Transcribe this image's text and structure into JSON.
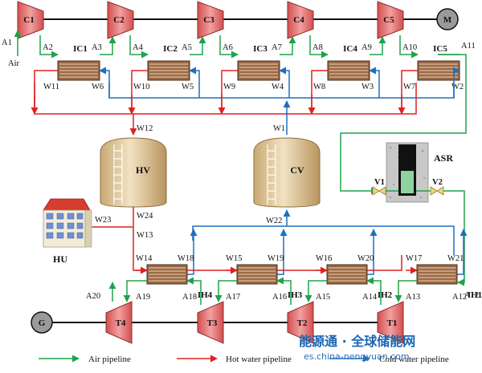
{
  "compressors": [
    "C1",
    "C2",
    "C3",
    "C4",
    "C5"
  ],
  "motor": "M",
  "turbines": [
    "T4",
    "T3",
    "T2",
    "T1"
  ],
  "generator": "G",
  "intercoolers": [
    "IC1",
    "IC2",
    "IC3",
    "IC4",
    "IC5"
  ],
  "intercooler_air_in": [
    "A2",
    "A4",
    "A6",
    "A8",
    "A10"
  ],
  "intercooler_air_out": [
    "A3",
    "A5",
    "A7",
    "A9",
    "A11"
  ],
  "intercooler_hot_out": [
    "W11",
    "W10",
    "W9",
    "W8",
    "W7"
  ],
  "intercooler_cold_in": [
    "W6",
    "W5",
    "W4",
    "W3",
    "W2"
  ],
  "air_inlet": {
    "point": "A1",
    "label": "Air"
  },
  "hot_vessel": {
    "name": "HV",
    "inflow": "W12",
    "outflow": "W24"
  },
  "cold_vessel": {
    "name": "CV",
    "outflow": "W1",
    "return": "W22"
  },
  "storage": {
    "name": "ASR",
    "valves": [
      "V1",
      "V2"
    ]
  },
  "heat_user": {
    "name": "HU",
    "supply": "W23"
  },
  "hot_water_supply": "W13",
  "heaters": [
    "IH4",
    "IH3",
    "IH2",
    "IH1"
  ],
  "heater_hot_in": [
    "W14",
    "W15",
    "W16",
    "W17"
  ],
  "heater_cold_out": [
    "W18",
    "W19",
    "W20",
    "W21"
  ],
  "heater_air_out": [
    "A19",
    "A17",
    "A15",
    "A13"
  ],
  "heater_air_in": [
    "A18",
    "A16",
    "A14",
    "A12"
  ],
  "turbine_exhaust": "A20",
  "legend": {
    "air": "Air pipeline",
    "hot": "Hot water pipeline",
    "cold": "Cold water pipeline"
  },
  "watermark": {
    "cn": "能源通 · 全球储能网",
    "url": "es.china-nengyuan.com"
  },
  "colors": {
    "air": "#1fa34a",
    "hot": "#e02020",
    "cold": "#1f6fbf",
    "compressor": "#e26b6b",
    "exchanger": "#8a5a3a",
    "tank": "#dcc49b"
  }
}
